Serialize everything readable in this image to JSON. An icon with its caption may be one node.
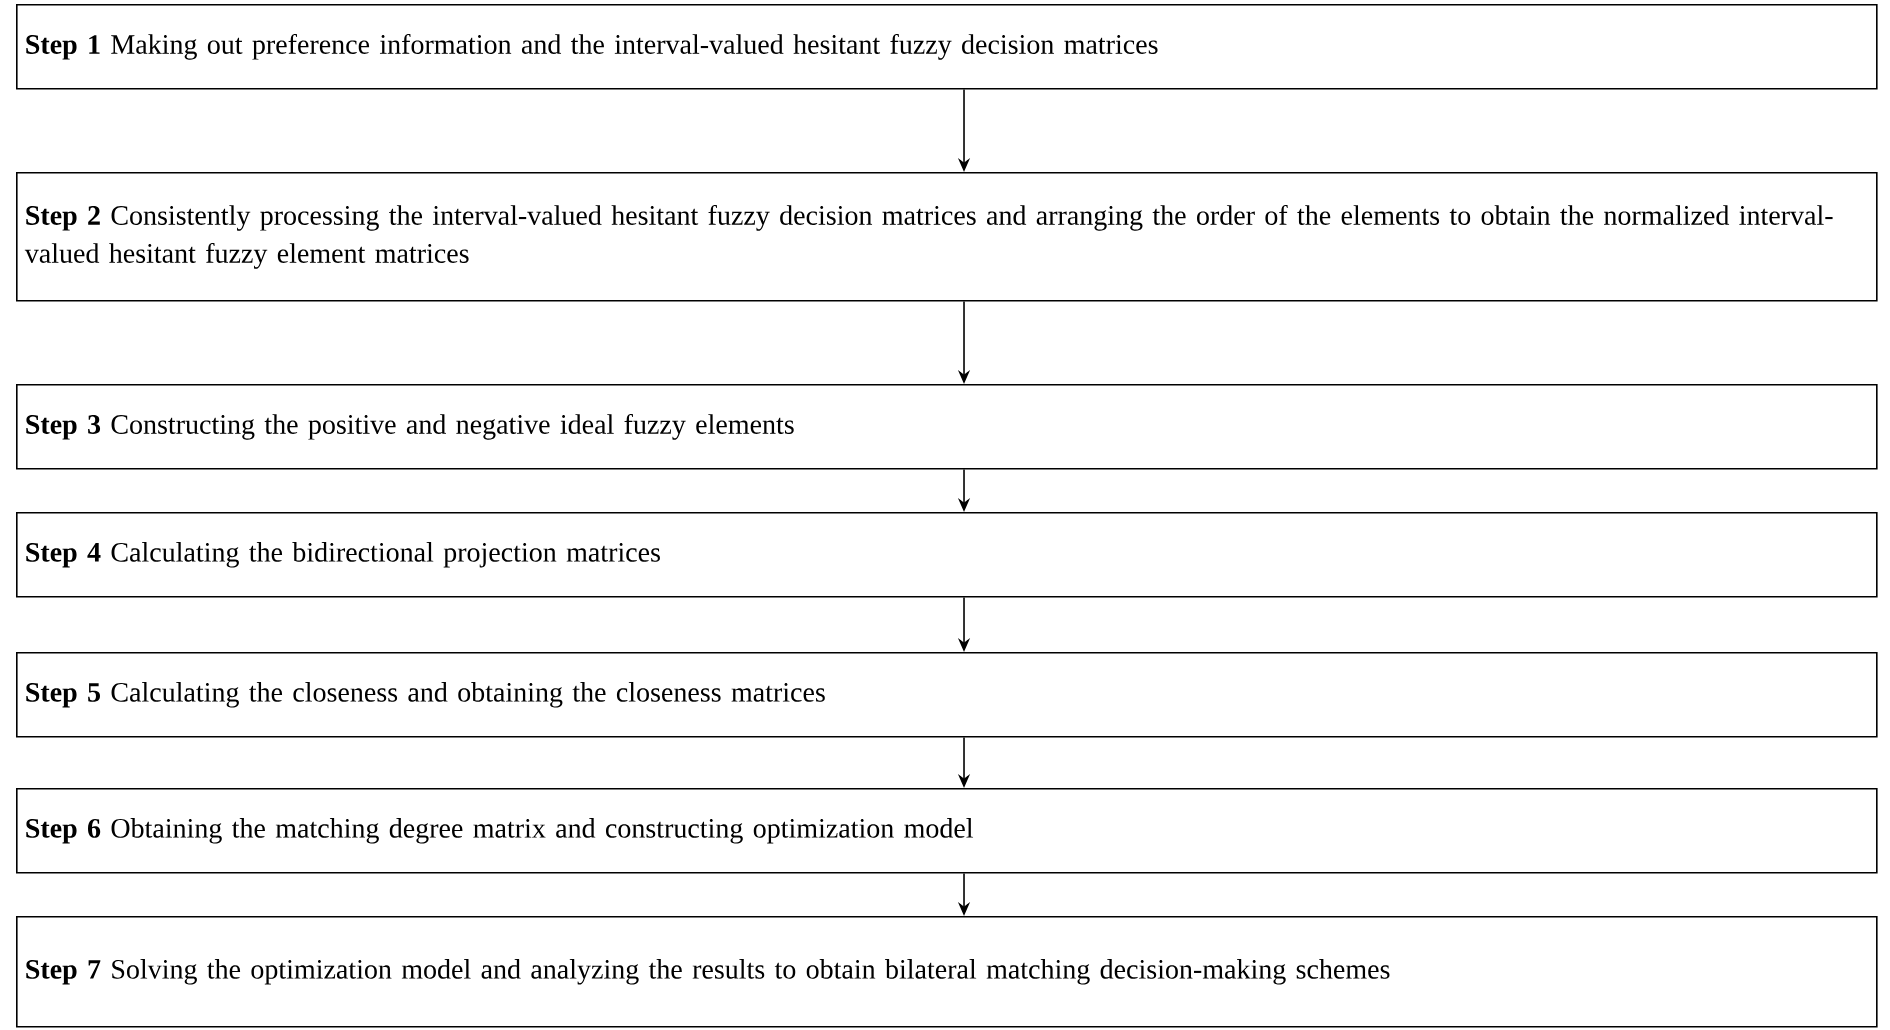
{
  "diagram": {
    "nodes": [
      {
        "text": [
          "**Step 1** Making out preference information and the interval-valued hesitant fuzzy decision matrices"
        ]
      },
      {
        "text": [
          "**Step 2** Consistently processing the interval-valued hesitant fuzzy decision matrices and arranging the order of the elements to obtain the normalized interval-valued hesitant fuzzy element matrices"
        ]
      },
      {
        "text": [
          "**Step 3** Constructing the positive and negative ideal fuzzy elements"
        ]
      },
      {
        "text": [
          "**Step 4** Calculating the bidirectional projection matrices"
        ]
      },
      {
        "text": [
          "**Step 5** Calculating the closeness and obtaining the closeness matrices"
        ]
      },
      {
        "text": [
          "**Step 6** Obtaining the matching degree matrix and constructing optimization model"
        ]
      },
      {
        "text": [
          "**Step 7** Solving the optimization model and analyzing the results to obtain bilateral matching decision-making schemes"
        ]
      }
    ],
    "edges": [
      {
        "from": 0,
        "to": 1,
        "arrow": "to"
      },
      {
        "from": 1,
        "to": 2,
        "arrow": "to"
      },
      {
        "from": 2,
        "to": 3,
        "arrow": "to"
      },
      {
        "from": 3,
        "to": 4,
        "arrow": "to"
      },
      {
        "from": 4,
        "to": 5,
        "arrow": "to"
      },
      {
        "from": 5,
        "to": 6,
        "arrow": "to"
      }
    ]
  }
}
